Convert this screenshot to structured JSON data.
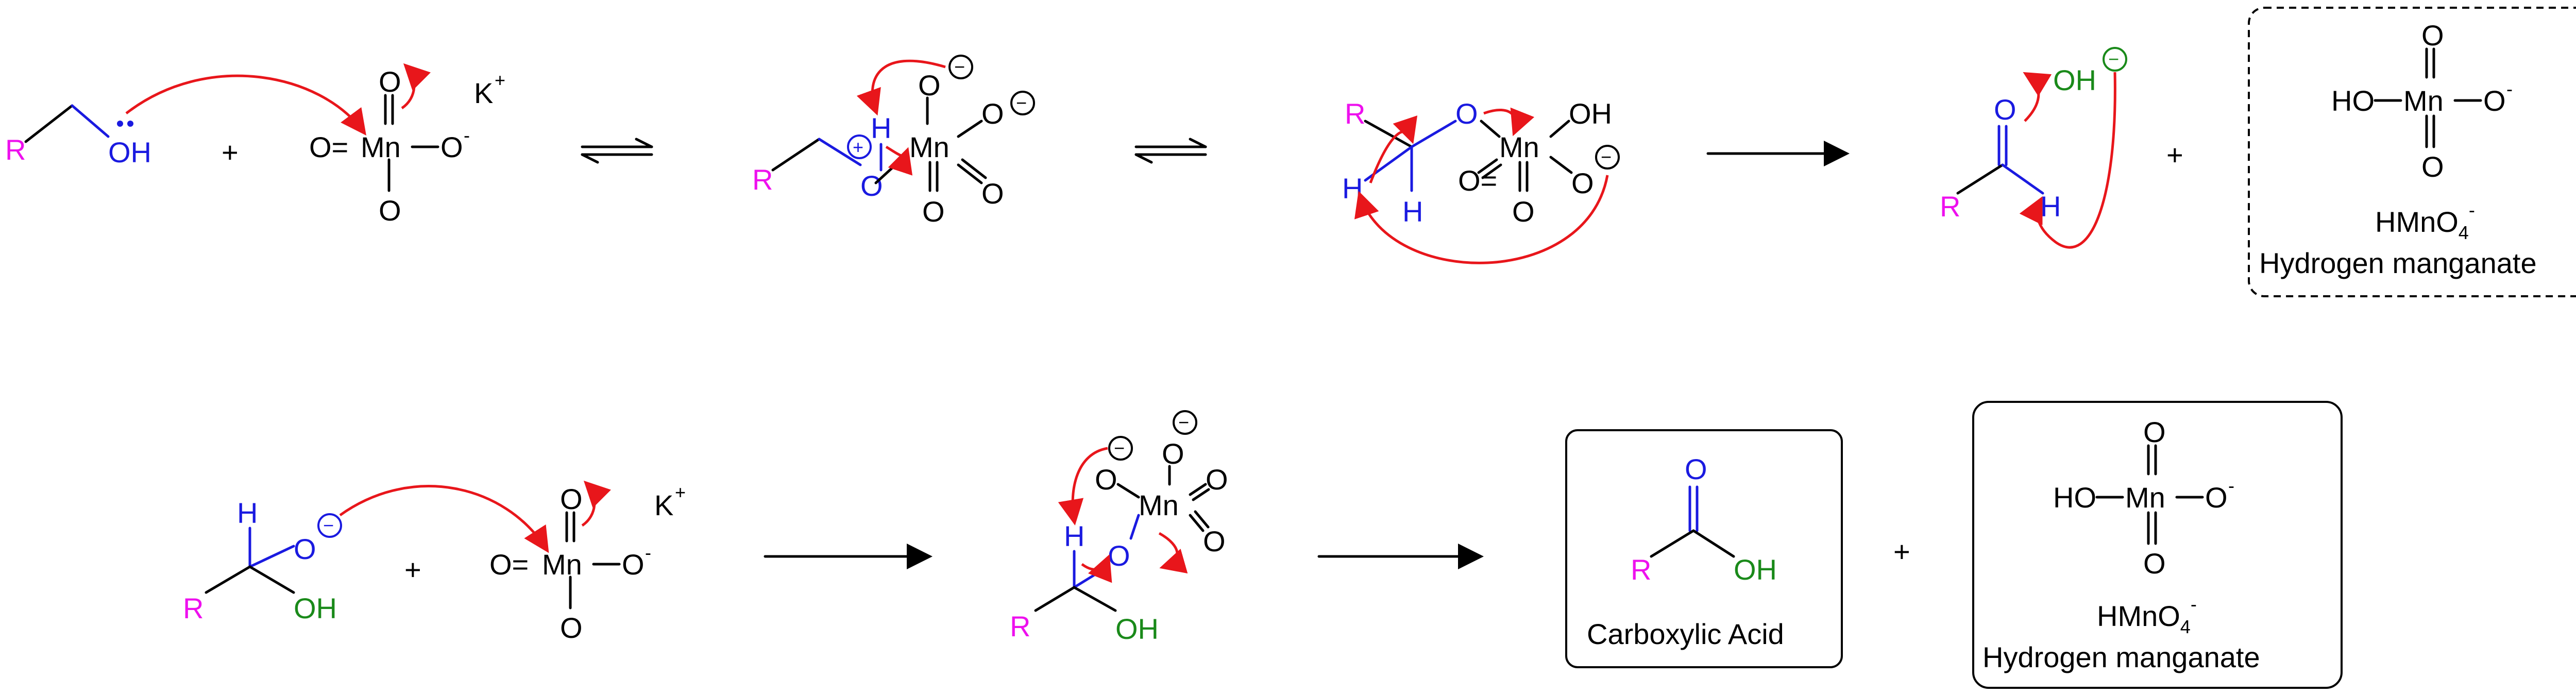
{
  "labels": {
    "R": "R",
    "OH": "OH",
    "O": "O",
    "H": "H",
    "Mn": "Mn",
    "HO": "HO",
    "K": "K",
    "plus": "+",
    "plus_sup": "+",
    "minus_sup": "-",
    "circ_minus": "−",
    "circ_plus": "+",
    "O_minus": "O",
    "eq_O": "O="
  },
  "boxes": {
    "top_product_formula": "HMnO",
    "top_product_sub": "4",
    "top_product_sup": "-",
    "top_product_name": "Hydrogen manganate",
    "carboxylic_name": "Carboxylic Acid",
    "bottom_product_formula": "HMnO",
    "bottom_product_sub": "4",
    "bottom_product_sup": "-",
    "bottom_product_name": "Hydrogen manganate"
  },
  "colors": {
    "black": "#000000",
    "blue": "#1a1ae0",
    "magenta": "#ee10ee",
    "green": "#1a8a1a",
    "red": "#e8161b"
  }
}
